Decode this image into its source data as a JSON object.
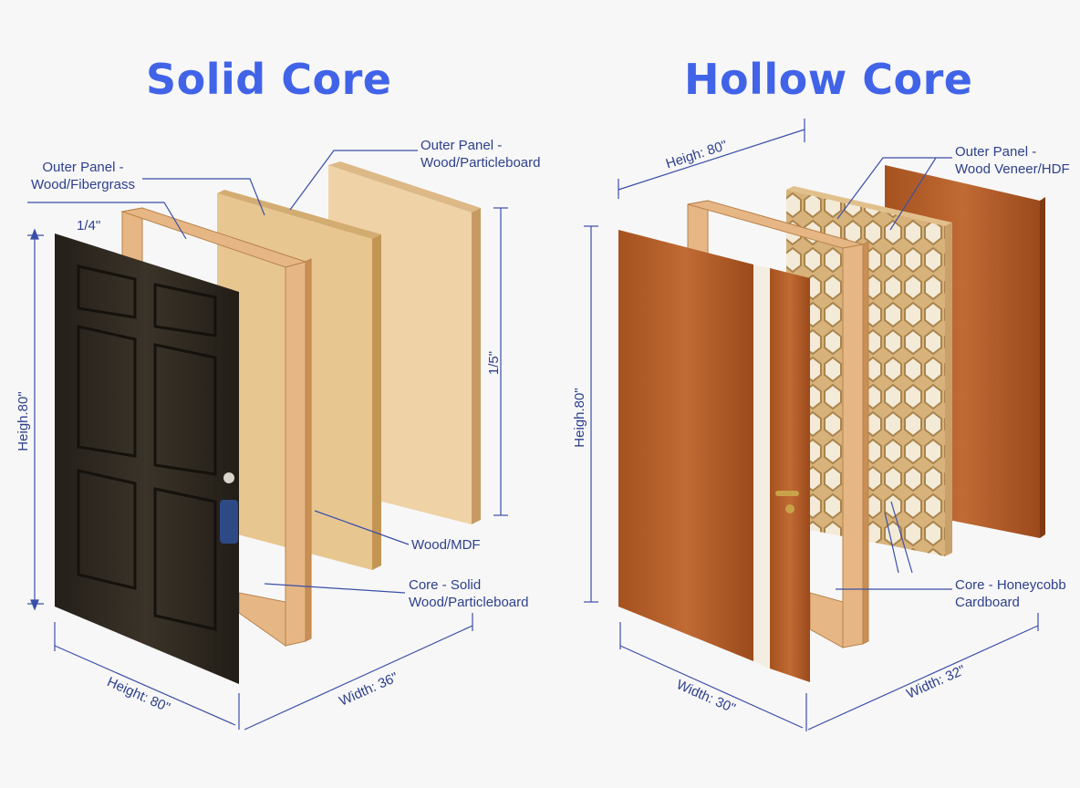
{
  "solid": {
    "title": "Solid Core",
    "outer_panel_left": [
      "Outer Panel -",
      "Wood/Fibergrass"
    ],
    "outer_panel_right": [
      "Outer Panel -",
      "Wood/Particleboard"
    ],
    "thickness_small": "1/4\"",
    "thickness_large": "1/5\"",
    "height_side": "Heigh.80\"",
    "height_bottom": "Height: 80\"",
    "width_bottom": "Width: 36\"",
    "frame_material": "Wood/MDF",
    "core": [
      "Core - Solid",
      "Wood/Particleboard"
    ]
  },
  "hollow": {
    "title": "Hollow Core",
    "height_top": "Heigh: 80\"",
    "outer_panel": [
      "Outer Panel -",
      "Wood Veneer/HDF"
    ],
    "height_side": "Heigh.80\"",
    "core": [
      "Core - Honeycobb",
      "Cardboard"
    ],
    "width_left": "Width: 30\"",
    "width_right": "Width: 32\""
  },
  "colors": {
    "title": "#4063e8",
    "annotation": "#2d3f8c",
    "dark_door": "#2f2a22",
    "frame_wood": "#e3b37f",
    "particleboard": "#e6c48e",
    "veneer": "#b5622c",
    "honeycomb": "#c9a26a"
  }
}
